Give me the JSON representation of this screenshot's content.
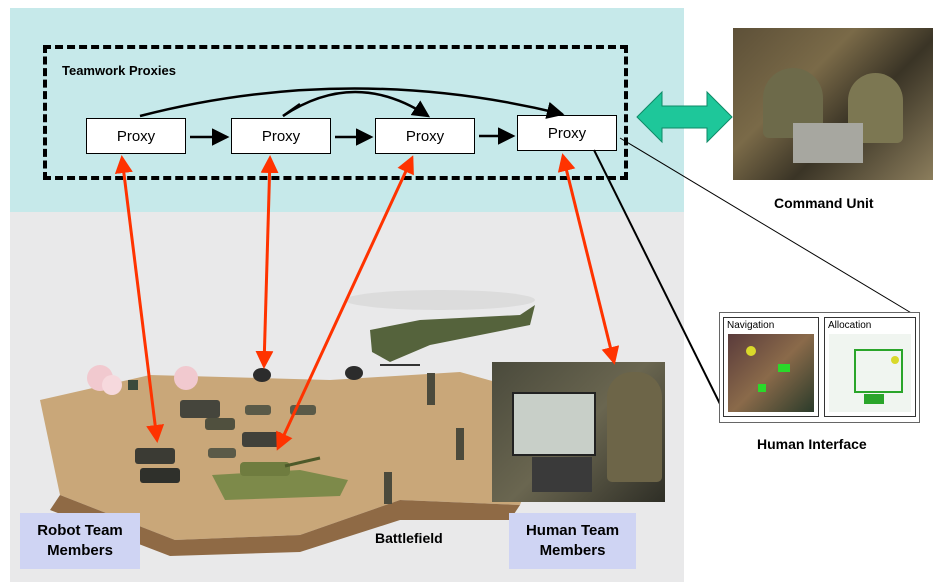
{
  "teamwork_box": {
    "title": "Teamwork Proxies"
  },
  "proxies": [
    "Proxy",
    "Proxy",
    "Proxy",
    "Proxy"
  ],
  "command_unit": {
    "caption": "Command Unit"
  },
  "human_interface": {
    "caption": "Human Interface",
    "panels": [
      "Navigation",
      "Allocation"
    ]
  },
  "battlefield": {
    "caption": "Battlefield"
  },
  "robot_team": {
    "label": "Robot Team Members"
  },
  "human_team": {
    "label": "Human Team Members"
  },
  "colors": {
    "proxy_band": "#c6e9ea",
    "battlefield_band": "#e9e9ea",
    "link_arrow": "#ff3300",
    "command_arrow": "#1ec79a",
    "label_box": "#cfd4f3"
  }
}
